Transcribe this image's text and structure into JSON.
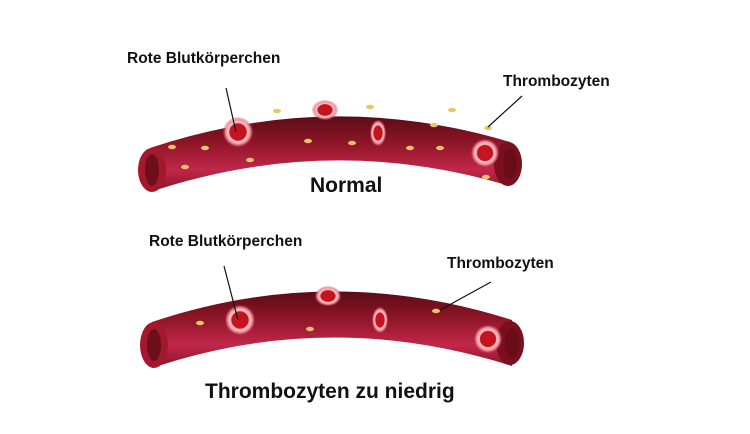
{
  "diagram": {
    "panels": [
      {
        "id": "normal",
        "title": "Normal",
        "labels": {
          "red_blood_cells": "Rote Blutkörperchen",
          "platelets": "Thrombozyten"
        },
        "platelet_count_visible": 16,
        "red_blood_cell_count_visible": 4
      },
      {
        "id": "low",
        "title": "Thrombozyten zu niedrig",
        "labels": {
          "red_blood_cells": "Rote Blutkörperchen",
          "platelets": "Thrombozyten"
        },
        "platelet_count_visible": 3,
        "red_blood_cell_count_visible": 4
      }
    ],
    "colors": {
      "vessel_dark": "#6e0f1c",
      "vessel_mid": "#a3182c",
      "vessel_light": "#c8294a",
      "rbc_ring": "#f7b4b8",
      "rbc_core": "#c3141f",
      "platelet": "#e8c56a",
      "text": "#111111"
    }
  }
}
